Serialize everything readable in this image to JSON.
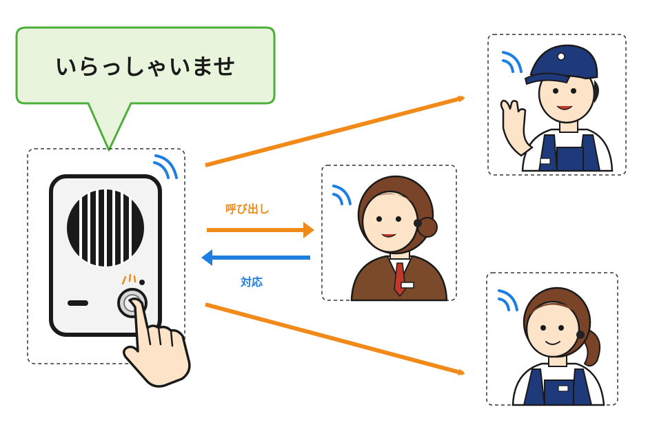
{
  "speech_bubble": {
    "text": "いらっしゃいませ"
  },
  "labels": {
    "call": "呼び出し",
    "respond": "対応"
  },
  "colors": {
    "bubble_fill": "#e8f5dc",
    "bubble_stroke": "#4caf3a",
    "call_arrow": "#f28a1a",
    "respond_arrow": "#1e7fe0",
    "wave": "#1e7fe0",
    "cap_navy": "#1f3a7a",
    "jacket_brown": "#7a4a2a",
    "hair_brown": "#7a4428"
  },
  "icons": {
    "intercom": "intercom-speaker-icon",
    "finger": "finger-pressing-icon",
    "wave": "wireless-signal-icon"
  }
}
